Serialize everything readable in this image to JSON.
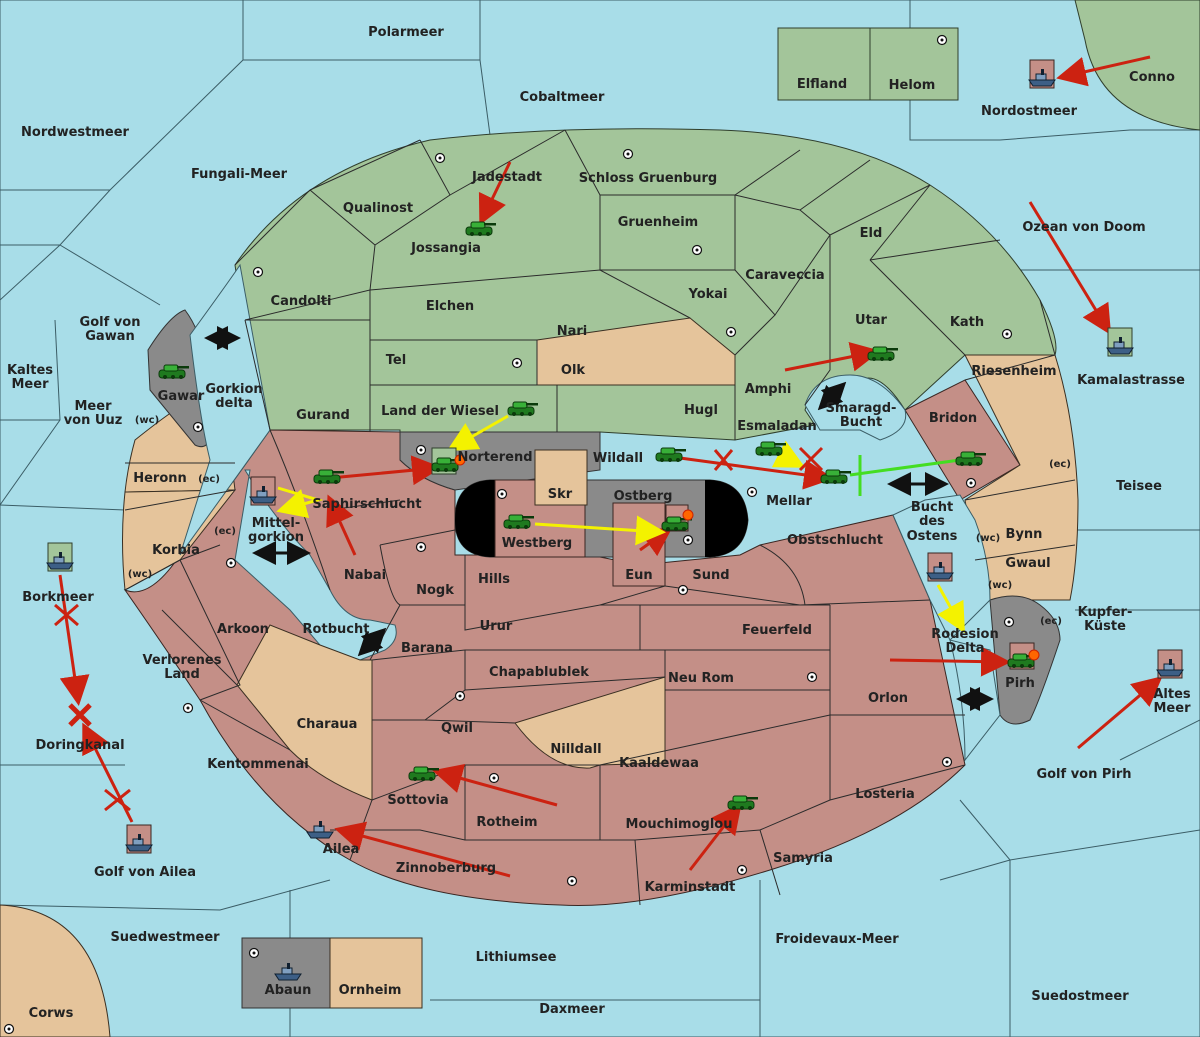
{
  "map": {
    "seas": {
      "polarmeer": "Polarmeer",
      "cobaltmeer": "Cobaltmeer",
      "nordwestmeer": "Nordwestmeer",
      "fungali": "Fungali-Meer",
      "nordostmeer": "Nordostmeer",
      "conno": "Conno",
      "ozean": "Ozean von Doom",
      "kamalastrasse": "Kamalastrasse",
      "teisee": "Teisee",
      "kupfer_1": "Kupfer-",
      "kupfer_2": "Küste",
      "altes_1": "Altes",
      "altes_2": "Meer",
      "golf_pirh": "Golf von Pirh",
      "suedostmeer": "Suedostmeer",
      "froidevaux": "Froidevaux-Meer",
      "daxmeer": "Daxmeer",
      "lithiumsee": "Lithiumsee",
      "suedwestmeer": "Suedwestmeer",
      "corws": "Corws",
      "golf_ailea": "Golf von Ailea",
      "doringkanal": "Doringkanal",
      "borkmeer": "Borkmeer",
      "kaltes_1": "Kaltes",
      "kaltes_2": "Meer",
      "meer_uuz_1": "Meer",
      "meer_uuz_2": "von Uuz",
      "golf_gawan_1": "Golf von",
      "golf_gawan_2": "Gawan",
      "gorkion_1": "Gorkion",
      "gorkion_2": "delta",
      "mittel_1": "Mittel-",
      "mittel_2": "gorkion",
      "rotbucht": "Rotbucht",
      "smaragd_1": "Smaragd-",
      "smaragd_2": "Bucht",
      "bucht_1": "Bucht",
      "bucht_2": "des",
      "bucht_3": "Ostens",
      "rodesion_1": "Rodesion",
      "rodesion_2": "Delta"
    },
    "lands": {
      "elfland": "Elfland",
      "helom": "Helom",
      "jadestadt": "Jadestadt",
      "schloss": "Schloss Gruenburg",
      "qualinost": "Qualinost",
      "jossangia": "Jossangia",
      "gruenheim": "Gruenheim",
      "eld": "Eld",
      "caraveccia": "Caraveccia",
      "candolti": "Candolti",
      "elchen": "Elchen",
      "yokai": "Yokai",
      "utar": "Utar",
      "kath": "Kath",
      "nari": "Nari",
      "tel": "Tel",
      "olk": "Olk",
      "amphi": "Amphi",
      "riesenheim": "Riesenheim",
      "gurand": "Gurand",
      "land_wiesel": "Land der Wiesel",
      "hugl": "Hugl",
      "bridon": "Bridon",
      "esmaladan": "Esmaladan",
      "gawar": "Gawar",
      "norterend": "Norterend",
      "wildall": "Wildall",
      "heronn": "Heronn",
      "skr": "Skr",
      "ostberg": "Ostberg",
      "mellar": "Mellar",
      "saphir": "Saphirschlucht",
      "westberg": "Westberg",
      "obstschlucht": "Obstschlucht",
      "bynn": "Bynn",
      "korbia": "Korbia",
      "nabai": "Nabai",
      "hills": "Hills",
      "eun": "Eun",
      "sund": "Sund",
      "gwaul": "Gwaul",
      "nogk": "Nogk",
      "arkoon": "Arkoon",
      "urur": "Urur",
      "feuerfeld": "Feuerfeld",
      "barana": "Barana",
      "verlorenes_1": "Verlorenes",
      "verlorenes_2": "Land",
      "chapablublek": "Chapablublek",
      "neu_rom": "Neu Rom",
      "orlon": "Orlon",
      "pirh": "Pirh",
      "charaua": "Charaua",
      "qwil": "Qwil",
      "nilldall": "Nilldall",
      "kentommenai": "Kentommenai",
      "kaaldewaa": "Kaaldewaa",
      "sottovia": "Sottovia",
      "losteria": "Losteria",
      "rotheim": "Rotheim",
      "mouchimoglou": "Mouchimoglou",
      "ailea": "Ailea",
      "samyria": "Samyria",
      "zinnoberburg": "Zinnoberburg",
      "karminstadt": "Karminstadt",
      "abaun": "Abaun",
      "ornheim": "Ornheim"
    },
    "coasts": {
      "wc": "(wc)",
      "ec": "(ec)"
    },
    "colors": {
      "sea": "#a8dde8",
      "green_power": "#a3c59a",
      "red_power": "#c48f87",
      "neutral": "#e5c49b",
      "impassable": "#8a8a8a",
      "order_move": "#cc2211",
      "order_support": "#f4f200",
      "order_convoy": "#44dd22"
    },
    "icons": {
      "army": "tank-icon",
      "fleet": "ship-icon",
      "supply_center": "supply-center-icon",
      "dislodged": "explosion-icon",
      "failed_order": "x-mark-icon"
    }
  }
}
